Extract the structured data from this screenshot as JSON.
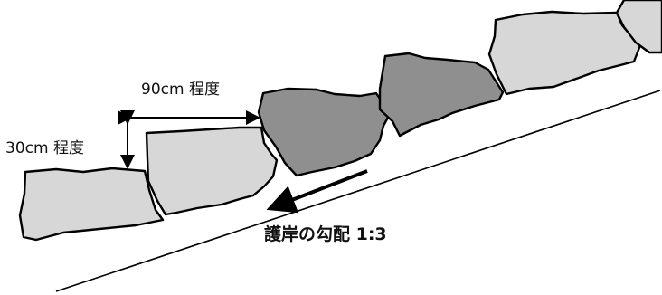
{
  "labels": {
    "width": "90cm 程度",
    "height": "30cm 程度",
    "slope": "護岸の勾配 1:3"
  },
  "colors": {
    "stone_light": "#d7d7d7",
    "stone_dark": "#8f8f8f",
    "outline": "#000000",
    "background": "#ffffff"
  },
  "diagram": {
    "subject": "stone revetment on slope",
    "stones": [
      {
        "name": "stone-1",
        "shade": "light"
      },
      {
        "name": "stone-2",
        "shade": "light"
      },
      {
        "name": "stone-3",
        "shade": "dark"
      },
      {
        "name": "stone-4",
        "shade": "dark"
      },
      {
        "name": "stone-5",
        "shade": "light"
      },
      {
        "name": "stone-6",
        "shade": "light"
      }
    ]
  }
}
